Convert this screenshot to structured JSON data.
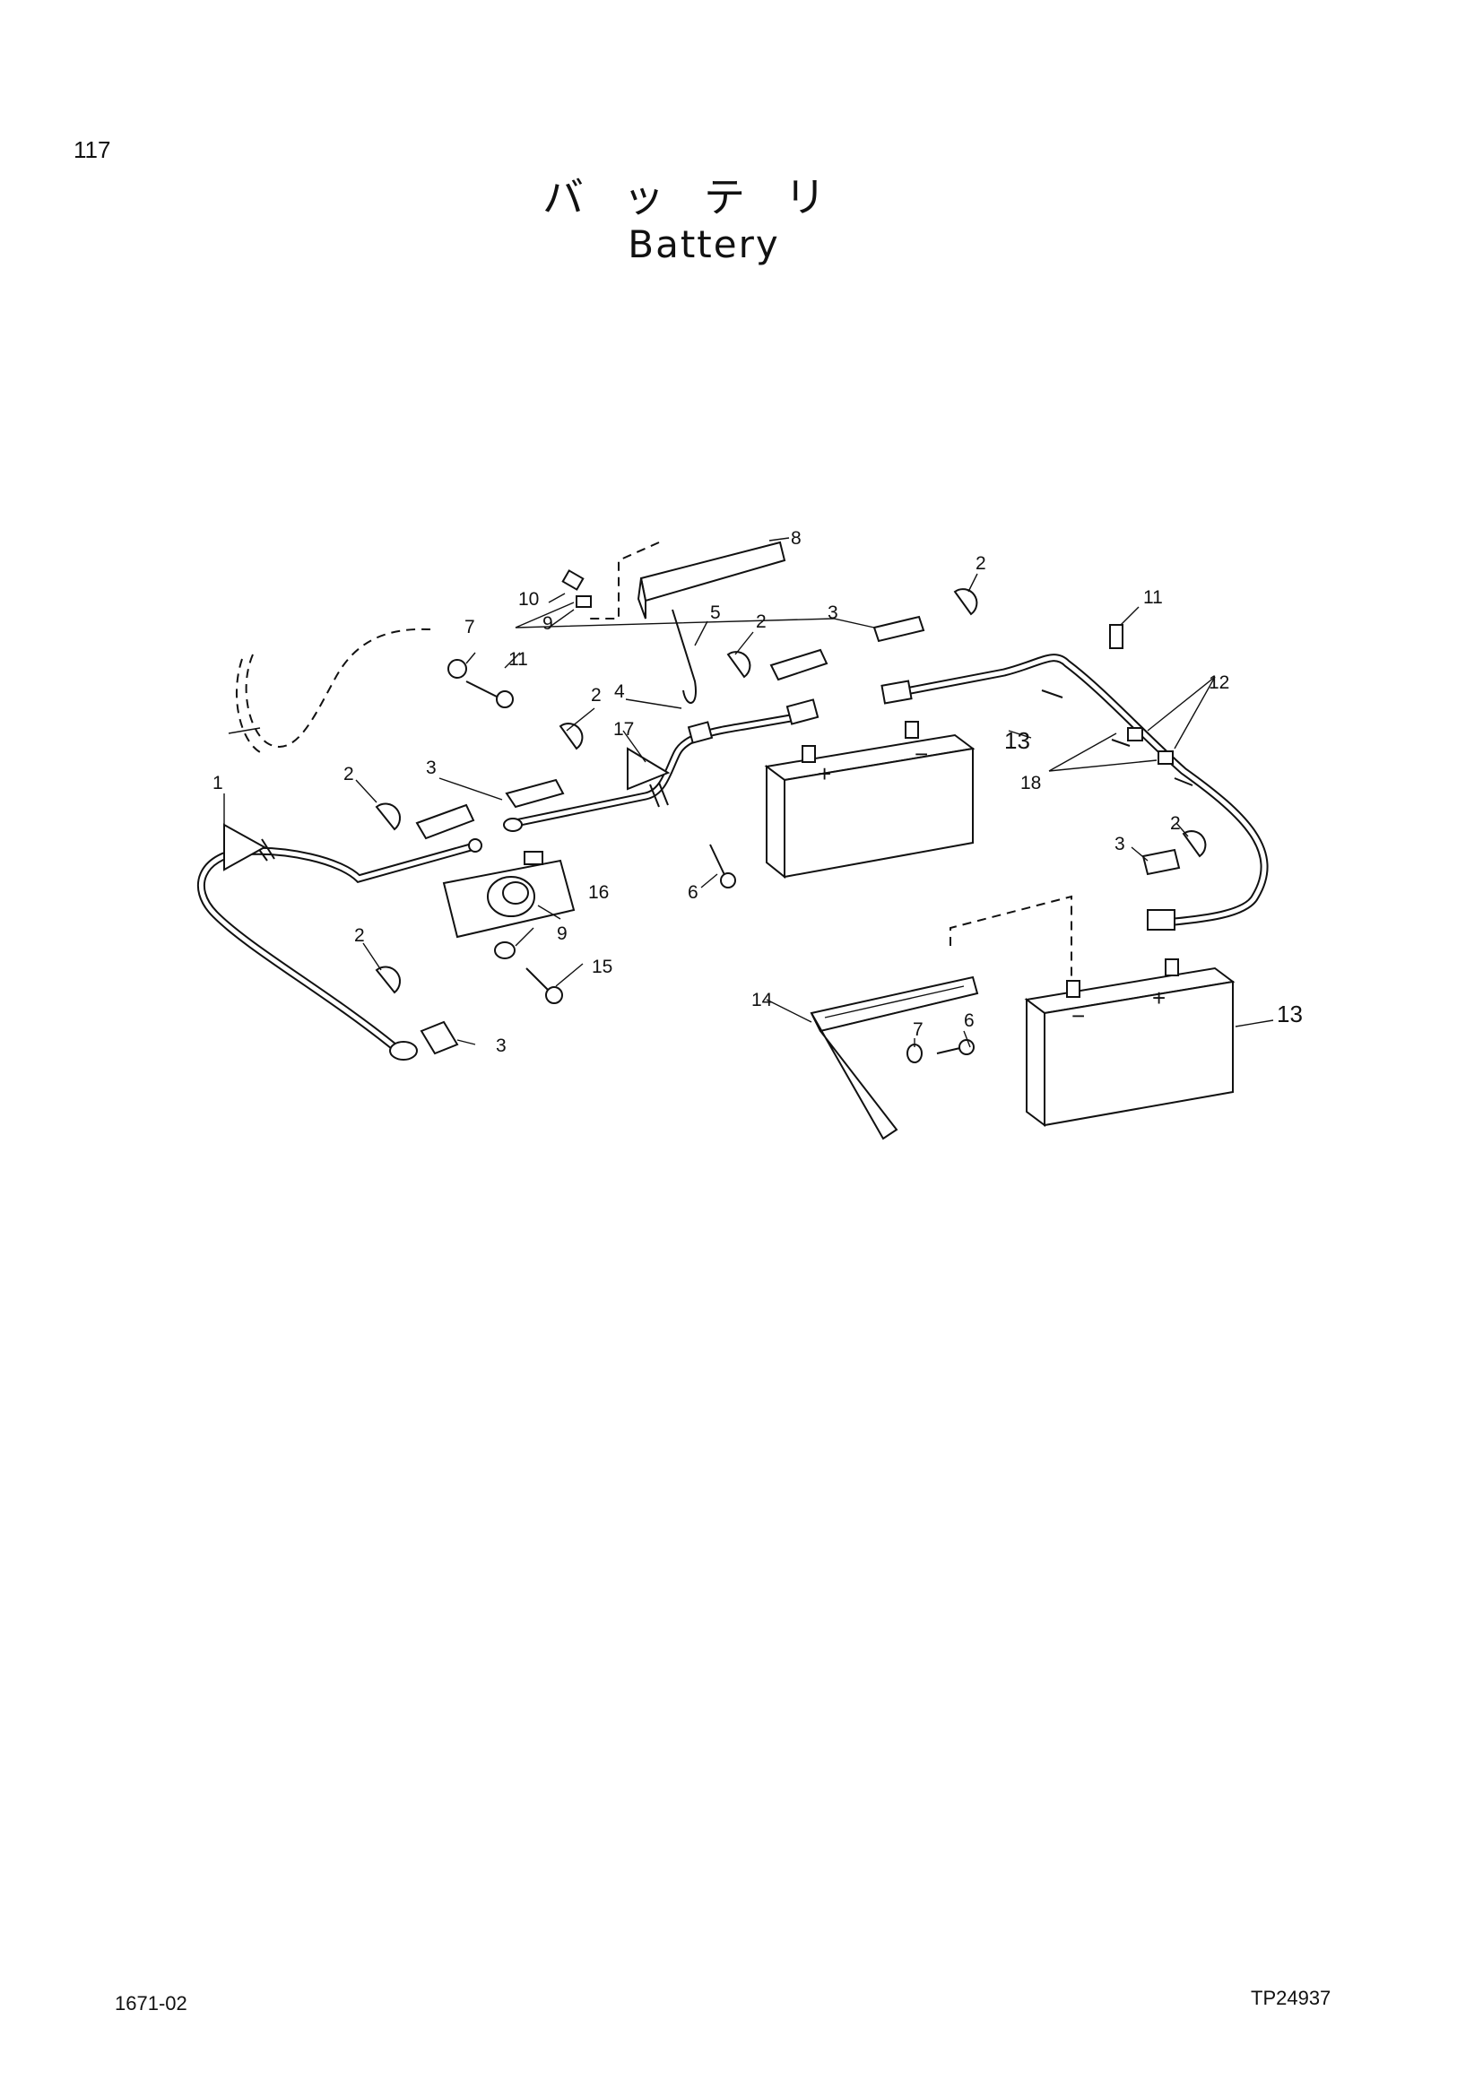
{
  "page": {
    "number": "117"
  },
  "title": {
    "japanese": "バッテリ",
    "english": "Battery"
  },
  "footer": {
    "left_code": "1671-02",
    "right_code": "TP24937"
  },
  "callouts": {
    "c1": "1",
    "c2a": "2",
    "c2b": "2",
    "c2c": "2",
    "c2d": "2",
    "c2e": "2",
    "c2f": "2",
    "c3a": "3",
    "c3b": "3",
    "c3c": "3",
    "c3d": "3",
    "c4": "4",
    "c5": "5",
    "c6a": "6",
    "c6b": "6",
    "c7a": "7",
    "c7b": "7",
    "c8": "8",
    "c9a": "9",
    "c9b": "9",
    "c10": "10",
    "c11a": "11",
    "c11b": "11",
    "c12": "12",
    "c13a": "13",
    "c13b": "13",
    "c14": "14",
    "c15": "15",
    "c16": "16",
    "c17": "17",
    "c18": "18"
  },
  "battery_terminals": {
    "plus": "+",
    "minus": "−"
  }
}
